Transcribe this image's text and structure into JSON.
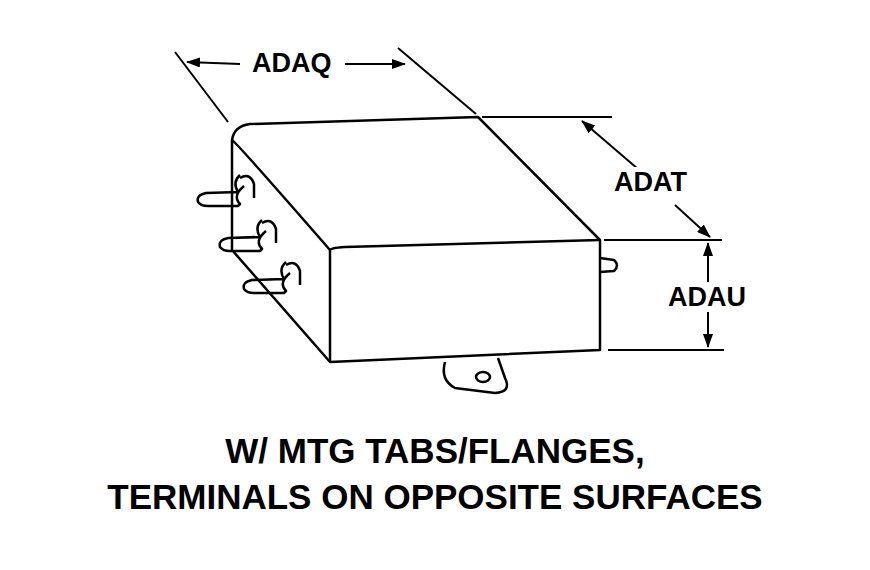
{
  "diagram": {
    "caption": "W/ MTG TABS/FLANGES, TERMINALS ON OPPOSITE SURFACES",
    "labels": [
      "ADAQ",
      "ADAT",
      "ADAU"
    ]
  }
}
